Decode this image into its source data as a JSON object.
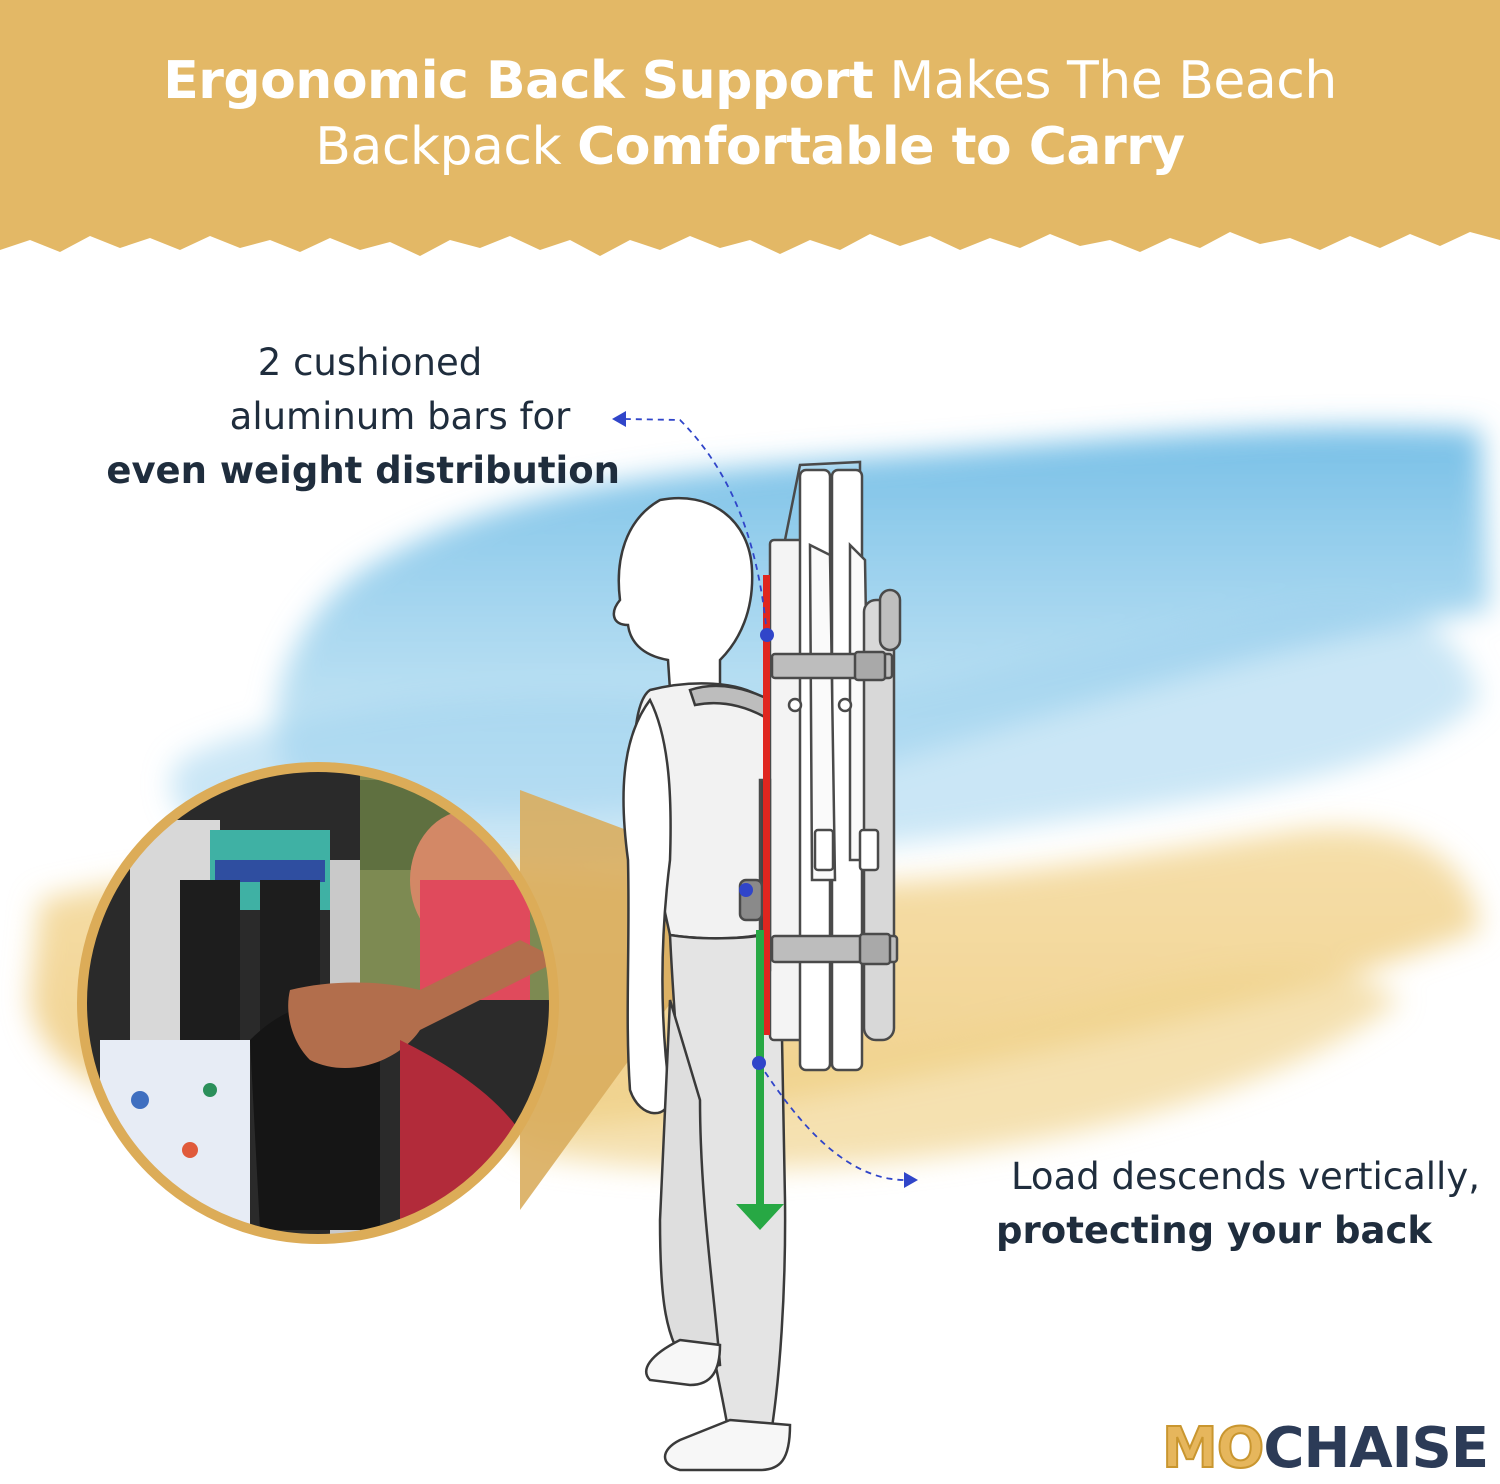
{
  "banner": {
    "line1_bold": "Ergonomic Back Support",
    "line1_regular": " Makes The Beach",
    "line2_regular": "Backpack ",
    "line2_bold": "Comfortable to Carry",
    "color": "#e3b866"
  },
  "callout_top": {
    "line1": "2 cushioned",
    "line2": "aluminum bars for",
    "line3": "even weight distribution"
  },
  "callout_bottom": {
    "line1": "Load descends vertically,",
    "line2": "protecting your back"
  },
  "logo": {
    "part1": "MO",
    "part2": "CHAISE"
  },
  "colors": {
    "bar_red": "#e0261f",
    "arrow_green": "#27a844",
    "pointer_blue": "#3045c9",
    "text_dark": "#1f2d3d",
    "sky_blue": "#7fc4e8",
    "sand": "#f0d089"
  },
  "icons": [
    "figure-illustration",
    "chair-backpack-illustration",
    "zoom-circle-photo",
    "dashed-pointer-arrow"
  ]
}
